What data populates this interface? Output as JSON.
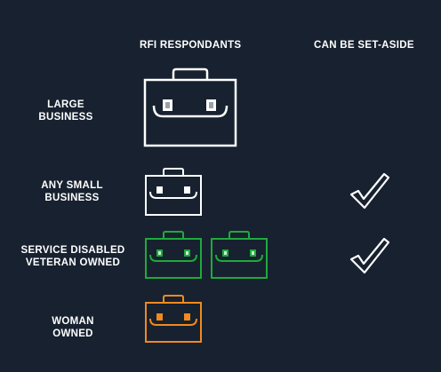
{
  "headers": {
    "rfi": "RFI RESPONDANTS",
    "setaside": "CAN BE SET-ASIDE"
  },
  "rows": [
    {
      "label_lines": [
        "LARGE",
        "BUSINESS"
      ],
      "briefcases": 1,
      "color": "#ffffff",
      "set_aside": false
    },
    {
      "label_lines": [
        "ANY SMALL",
        "BUSINESS"
      ],
      "briefcases": 1,
      "color": "#ffffff",
      "set_aside": true
    },
    {
      "label_lines": [
        "SERVICE DISABLED",
        "VETERAN OWNED"
      ],
      "briefcases": 2,
      "color": "#1faa3c",
      "set_aside": true
    },
    {
      "label_lines": [
        "WOMAN",
        "OWNED"
      ],
      "briefcases": 1,
      "color": "#f08a1e",
      "set_aside": false
    }
  ],
  "colors": {
    "background": "#17212f",
    "text": "#ffffff",
    "veteran": "#1faa3c",
    "woman": "#f08a1e"
  },
  "icons": [
    "briefcase-icon",
    "checkmark-icon"
  ]
}
